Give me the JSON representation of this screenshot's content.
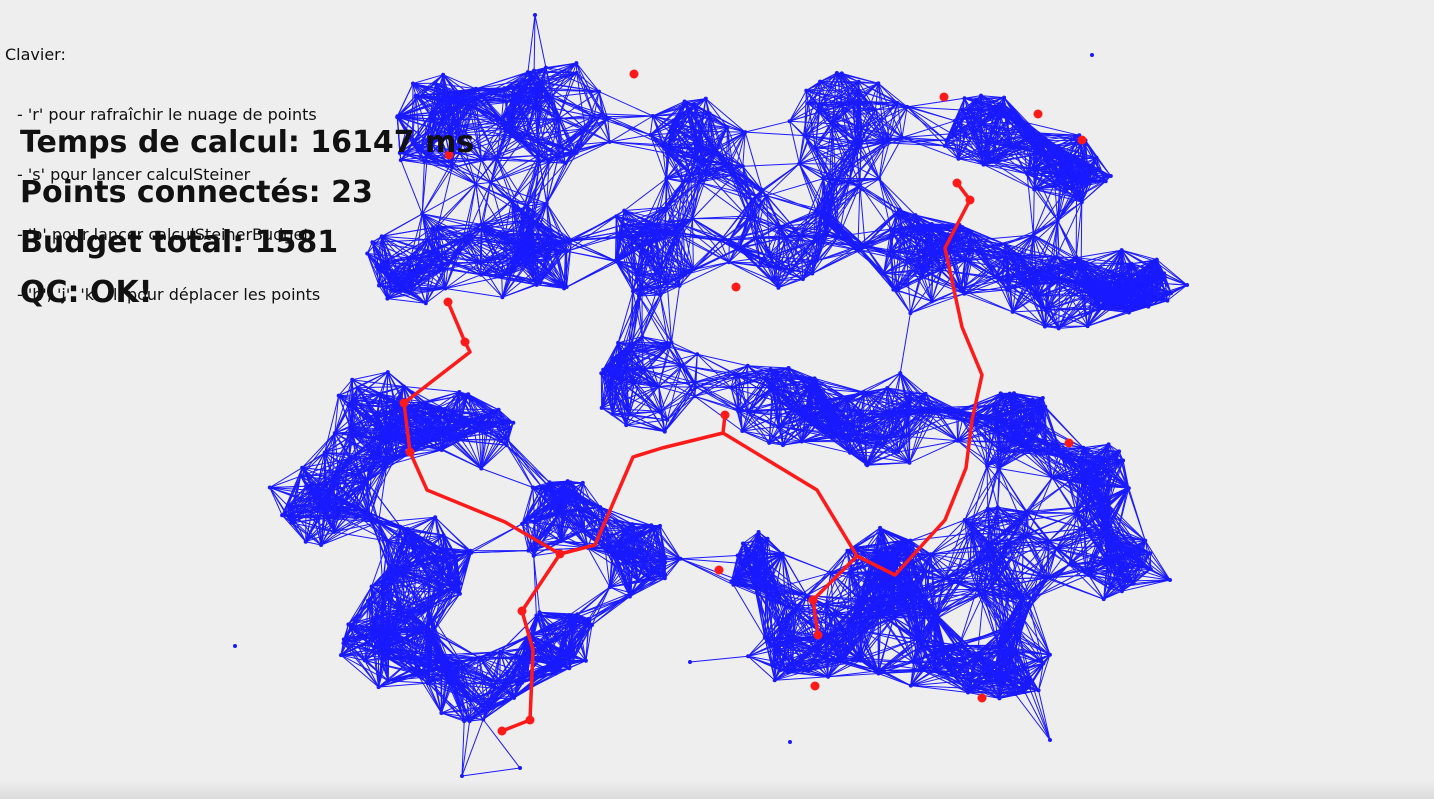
{
  "help": {
    "title": "Clavier:",
    "lines": [
      "- 'r' pour rafraîchir le nuage de points",
      "- 's' pour lancer calculSteiner",
      "- 'b' pour lancer calculSteinerBudget",
      "- 'h', 'j', 'k', 'l' pour déplacer les points"
    ]
  },
  "stats": {
    "time": "Temps de calcul: 16147 ms",
    "connected": "Points connectés: 23",
    "budget": "Budget total: 1581",
    "qc": "QC: OK!"
  },
  "colors": {
    "background": "#eeeeee",
    "graph_edges": "#1a1aff",
    "steiner_path": "#ff1a1a"
  }
}
